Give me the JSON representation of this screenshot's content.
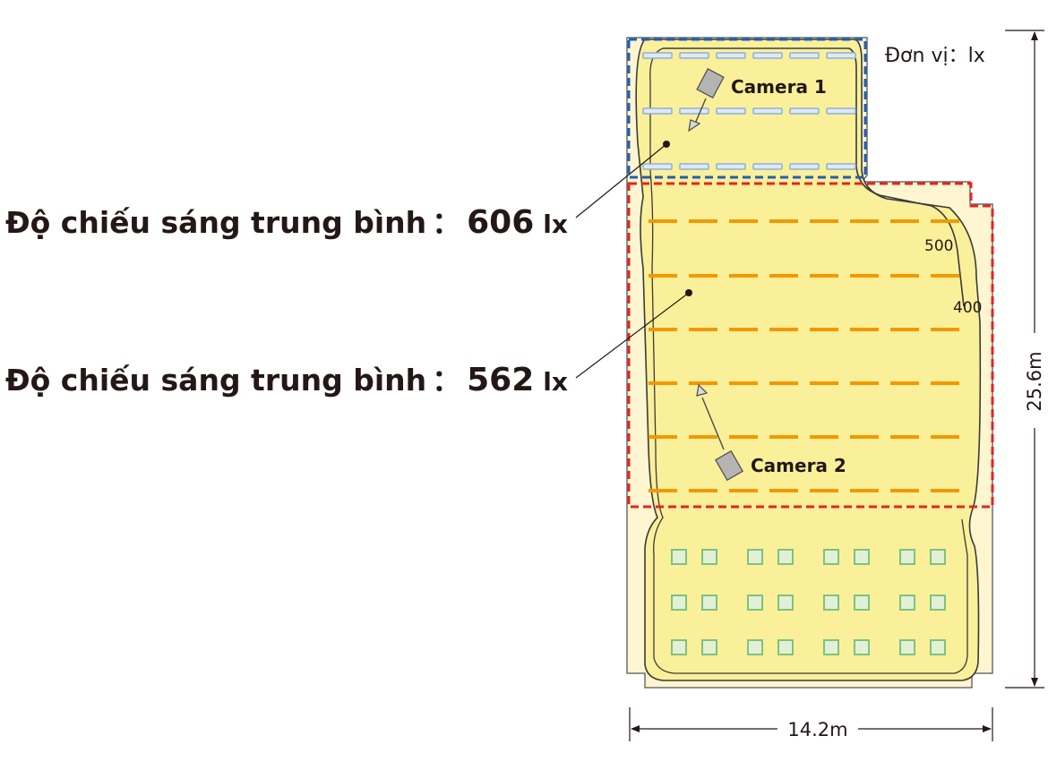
{
  "unit_note": "Đơn vị：lx",
  "annotations": [
    {
      "prefix": "Độ chiếu sáng trung bình",
      "sep": "：",
      "value": "606",
      "unit": "lx"
    },
    {
      "prefix": "Độ chiếu sáng trung bình",
      "sep": "：",
      "value": "562",
      "unit": "lx"
    }
  ],
  "cameras": [
    "Camera 1",
    "Camera 2"
  ],
  "contour_labels": [
    "500",
    "400"
  ],
  "dimensions": {
    "width": "14.2m",
    "height": "25.6m"
  },
  "colors": {
    "floor_outer": "#fdf6d0",
    "floor_inner": "#faf09a",
    "zone1_border": "#1f5fb4",
    "zone2_border": "#e52420",
    "lights_zone1": "#8fb0d8",
    "lights_zone2": "#f39800",
    "lights_bottom": "#7fc27f",
    "camera": "#b4b4b4"
  }
}
